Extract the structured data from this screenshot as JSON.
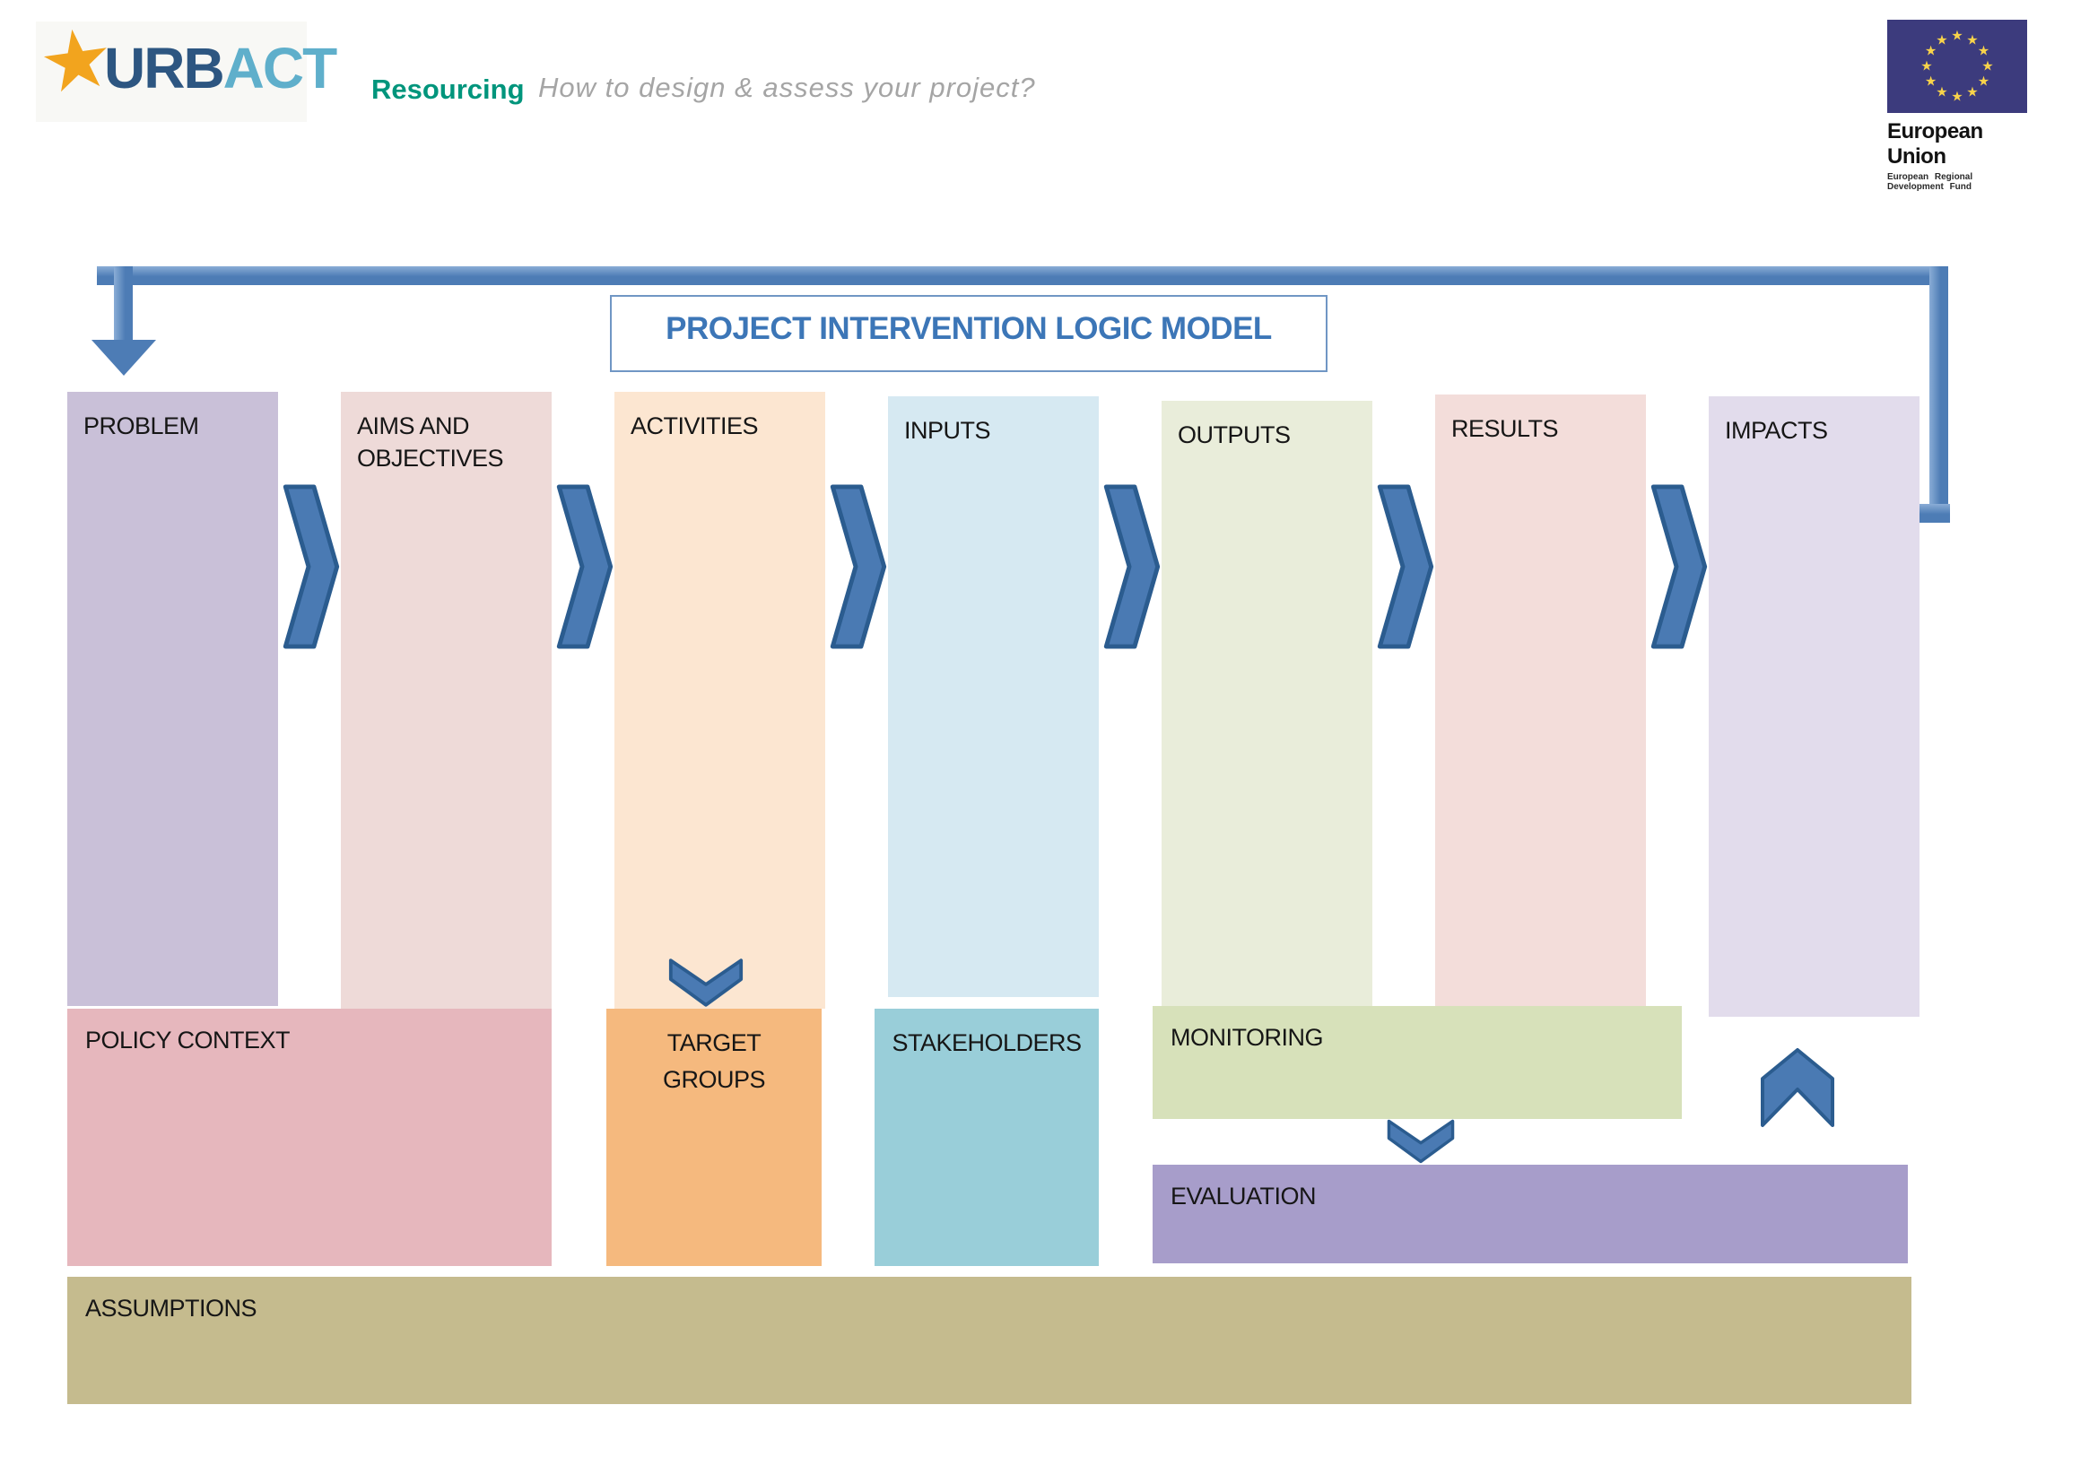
{
  "header": {
    "brand": {
      "star_glyph": "★",
      "prefix": "URB",
      "suffix": "ACT"
    },
    "program_label": "Resourcing",
    "tagline": "How to design & assess your project?",
    "eu_logo": {
      "title": "European Union",
      "subtitle": "European Regional Development Fund",
      "flag_color": "#3c3b7d",
      "star_color": "#f8d34a",
      "star_glyph": "★"
    }
  },
  "diagram": {
    "title": "PROJECT INTERVENTION LOGIC MODEL",
    "title_color": "#3c76b7",
    "arrow_color": "#4d7cb5",
    "arrow_border_color": "#2b5c8f",
    "columns": [
      {
        "label": "PROBLEM",
        "color": "#c9c0d8"
      },
      {
        "label": "AIMS AND OBJECTIVES",
        "color": "#eedad8"
      },
      {
        "label": "ACTIVITIES",
        "color": "#fce6d1"
      },
      {
        "label": "INPUTS",
        "color": "#d6e9f2"
      },
      {
        "label": "OUTPUTS",
        "color": "#e9edda"
      },
      {
        "label": "RESULTS",
        "color": "#f3ddda"
      },
      {
        "label": "IMPACTS",
        "color": "#e2dcec"
      }
    ],
    "support_boxes": {
      "policy_context": {
        "label": "POLICY CONTEXT",
        "color": "#e6b7bd"
      },
      "target_groups": {
        "label": "TARGET GROUPS",
        "color": "#f5b97e"
      },
      "stakeholders": {
        "label": "STAKEHOLDERS",
        "color": "#99ced9"
      },
      "monitoring": {
        "label": "MONITORING",
        "color": "#d7e1ba"
      },
      "evaluation": {
        "label": "EVALUATION",
        "color": "#a79dca"
      },
      "assumptions": {
        "label": "ASSUMPTIONS",
        "color": "#c5bb8e"
      }
    }
  }
}
